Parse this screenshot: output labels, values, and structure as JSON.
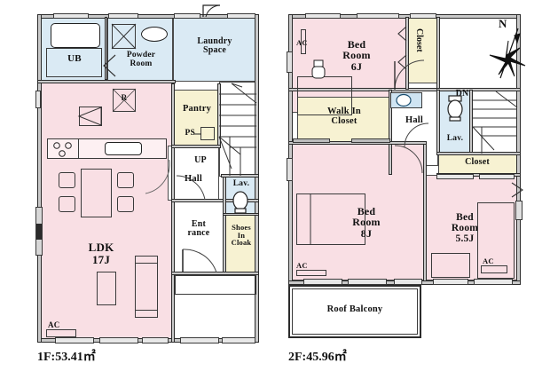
{
  "plan": {
    "type": "residential-floor-plan",
    "compass": {
      "label": "N",
      "name": "compass-rose"
    },
    "floors": [
      {
        "id": "1f",
        "area_label": "1F:53.41㎡",
        "rooms": [
          {
            "key": "ub",
            "label": "UB"
          },
          {
            "key": "powder",
            "label": "Powder\nRoom"
          },
          {
            "key": "laundry",
            "label": "Laundry\nSpace"
          },
          {
            "key": "pantry",
            "label": "Pantry"
          },
          {
            "key": "ps",
            "label": "PS"
          },
          {
            "key": "up",
            "label": "UP"
          },
          {
            "key": "hall",
            "label": "Hall"
          },
          {
            "key": "lav1",
            "label": "Lav."
          },
          {
            "key": "entrance",
            "label": "Ent\nrance"
          },
          {
            "key": "shoes",
            "label": "Shoes\nIn\nCloak"
          },
          {
            "key": "ldk",
            "label": "LDK\n17J"
          },
          {
            "key": "ac1",
            "label": "AC"
          },
          {
            "key": "fridge",
            "label": "R"
          }
        ]
      },
      {
        "id": "2f",
        "area_label": "2F:45.96㎡",
        "rooms": [
          {
            "key": "bed6",
            "label": "Bed\nRoom\n6J"
          },
          {
            "key": "ac2a",
            "label": "AC"
          },
          {
            "key": "closet_top",
            "label": "Closet"
          },
          {
            "key": "dn",
            "label": "DN"
          },
          {
            "key": "walkin",
            "label": "Walk In\nCloset"
          },
          {
            "key": "hall2",
            "label": "Hall"
          },
          {
            "key": "lav2",
            "label": "Lav."
          },
          {
            "key": "closet_mid",
            "label": "Closet"
          },
          {
            "key": "bed8",
            "label": "Bed\nRoom\n8J"
          },
          {
            "key": "ac2b",
            "label": "AC"
          },
          {
            "key": "bed55",
            "label": "Bed\nRoom\n5.5J"
          },
          {
            "key": "ac2c",
            "label": "AC"
          },
          {
            "key": "balcony",
            "label": "Roof Balcony"
          }
        ]
      }
    ],
    "colors": {
      "living_pink": "#f9dfe4",
      "water_blue": "#daeaf4",
      "storage_cream": "#f7f2d2",
      "wall_fill": "#c9c9c9",
      "wall_line": "#2b2b2b",
      "text": "#111111",
      "background": "#ffffff"
    }
  }
}
